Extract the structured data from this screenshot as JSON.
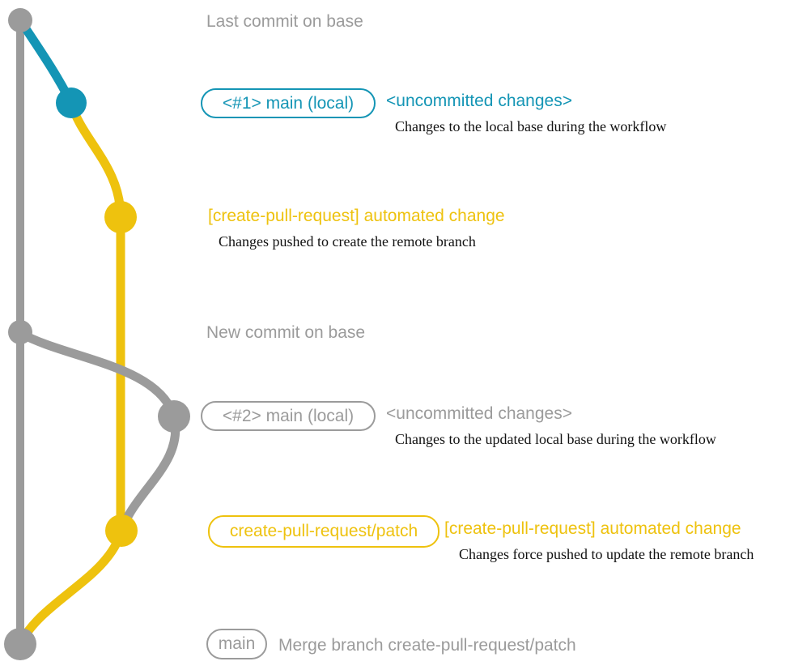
{
  "colors": {
    "base_gray": "#9b9b9b",
    "branch_blue": "#1495b5",
    "branch_yellow": "#eec20e",
    "caption_black": "#111111"
  },
  "rows": {
    "last_commit": {
      "label": "Last commit on base"
    },
    "local_main_1": {
      "badge": "<#1> main (local)",
      "title": "<uncommitted changes>",
      "caption": "Changes to the local base during the workflow"
    },
    "automated_change_1": {
      "title": "[create-pull-request] automated change",
      "caption": "Changes pushed to create the remote branch"
    },
    "new_commit": {
      "label": "New commit on base"
    },
    "local_main_2": {
      "badge": "<#2> main (local)",
      "title": "<uncommitted changes>",
      "caption": "Changes to the updated local base during the workflow"
    },
    "automated_change_2": {
      "badge": "create-pull-request/patch",
      "title": "[create-pull-request] automated change",
      "caption": "Changes force pushed to update the remote branch"
    },
    "merge": {
      "badge": "main",
      "label": "Merge branch create-pull-request/patch"
    }
  },
  "graph": {
    "type": "git-branch-diagram",
    "branches": [
      {
        "name": "base",
        "color_key": "base_gray"
      },
      {
        "name": "main (local)",
        "color_key": "branch_blue"
      },
      {
        "name": "create-pull-request/patch",
        "color_key": "branch_yellow"
      }
    ],
    "commits": [
      "last-commit-on-base",
      "local-main-commit-1",
      "automated-change-commit-1",
      "new-commit-on-base",
      "local-main-commit-2",
      "automated-change-commit-2",
      "merge-commit"
    ]
  }
}
